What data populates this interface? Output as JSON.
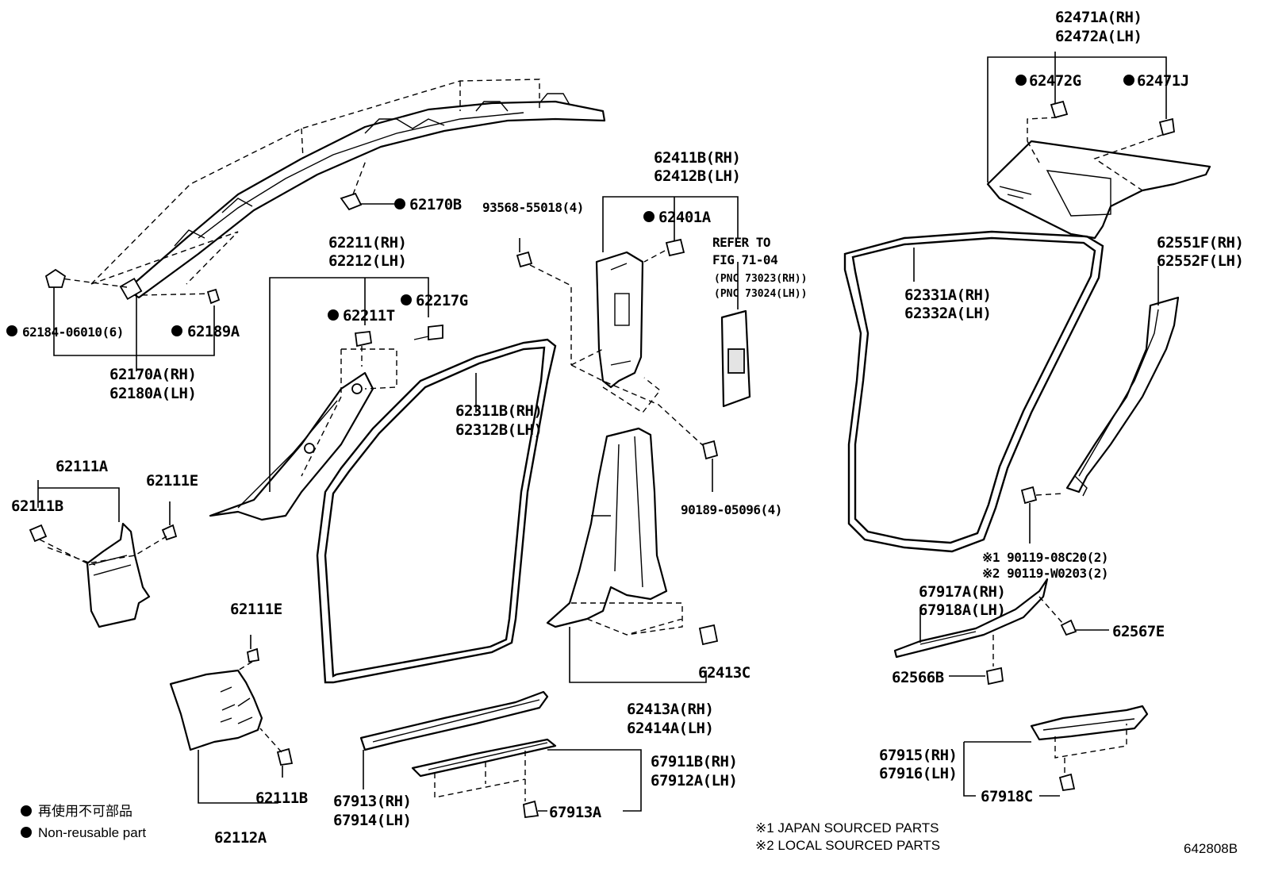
{
  "diagram": {
    "figure_code": "642808B",
    "legend": {
      "nonreusable_jp": "再使用不可部品",
      "nonreusable_en": "Non-reusable part"
    },
    "notes": {
      "n1": "※1  JAPAN SOURCED PARTS",
      "n2": "※2  LOCAL SOURCED PARTS"
    },
    "labels": {
      "p62471A": "62471A(RH)",
      "p62472A": "62472A(LH)",
      "p62472G": "62472G",
      "p62471J": "62471J",
      "p62170B": "62170B",
      "p93568": "93568-55018(4)",
      "p62411B": "62411B(RH)",
      "p62412B": "62412B(LH)",
      "p62401A": "62401A",
      "refer1": "REFER TO",
      "refer2": "FIG 71-04",
      "pnc1": "(PNC 73023(RH))",
      "pnc2": "(PNC 73024(LH))",
      "p62551F": "62551F(RH)",
      "p62552F": "62552F(LH)",
      "p62331A": "62331A(RH)",
      "p62332A": "62332A(LH)",
      "p62211": "62211(RH)",
      "p62212": "62212(LH)",
      "p62211T": "62211T",
      "p62217G": "62217G",
      "p62184": "62184-06010(6)",
      "p62189A": "62189A",
      "p62170A": "62170A(RH)",
      "p62180A": "62180A(LH)",
      "p62311B": "62311B(RH)",
      "p62312B": "62312B(LH)",
      "p62111A": "62111A",
      "p62111E_top": "62111E",
      "p62111B_top": "62111B",
      "p90189": "90189-05096(4)",
      "p90119a": "※1 90119-08C20(2)",
      "p90119b": "※2 90119-W0203(2)",
      "p67917A": "67917A(RH)",
      "p67918A": "67918A(LH)",
      "p62567E": "62567E",
      "p62566B": "62566B",
      "p62111E_bot": "62111E",
      "p62413C": "62413C",
      "p62413A": "62413A(RH)",
      "p62414A": "62414A(LH)",
      "p67911B": "67911B(RH)",
      "p67912A": "67912A(LH)",
      "p67915": "67915(RH)",
      "p67916": "67916(LH)",
      "p67918C": "67918C",
      "p62111B_bot": "62111B",
      "p62112A": "62112A",
      "p67913": "67913(RH)",
      "p67914": "67914(LH)",
      "p67913A": "67913A"
    }
  }
}
